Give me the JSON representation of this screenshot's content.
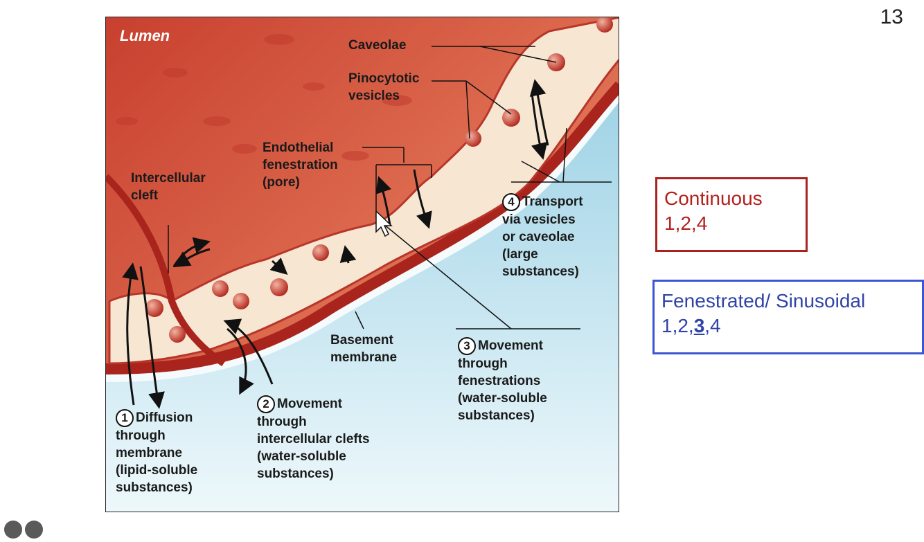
{
  "slide": {
    "number": "13"
  },
  "diagram": {
    "lumen": "Lumen",
    "caveolae": "Caveolae",
    "pinocytotic_1": "Pinocytotic",
    "pinocytotic_2": "vesicles",
    "endo_1": "Endothelial",
    "endo_2": "fenestration",
    "endo_3": "(pore)",
    "cleft_1": "Intercellular",
    "cleft_2": "cleft",
    "basement_1": "Basement",
    "basement_2": "membrane",
    "step1": {
      "num": "1",
      "l1": "Diffusion",
      "l2": "through",
      "l3": "membrane",
      "l4": "(lipid-soluble",
      "l5": "substances)"
    },
    "step2": {
      "num": "2",
      "l1": "Movement",
      "l2": "through",
      "l3": "intercellular clefts",
      "l4": "(water-soluble",
      "l5": "substances)"
    },
    "step3": {
      "num": "3",
      "l1": "Movement",
      "l2": "through",
      "l3": "fenestrations",
      "l4": "(water-soluble",
      "l5": "substances)"
    },
    "step4": {
      "num": "4",
      "l1": "Transport",
      "l2": "via vesicles",
      "l3": "or caveolae",
      "l4": "(large",
      "l5": "substances)"
    }
  },
  "continuous": {
    "title": "Continuous",
    "nums": "1,2,4"
  },
  "fenestrated": {
    "title": "Fenestrated/ Sinusoidal",
    "pre": "1,2,",
    "bold": "3",
    "post": ",4"
  },
  "colors": {
    "continuous": "#b3211c",
    "fenestrated": "#2f43a8",
    "lumen": "#d9563f",
    "tissue": "#bfe2ef"
  }
}
